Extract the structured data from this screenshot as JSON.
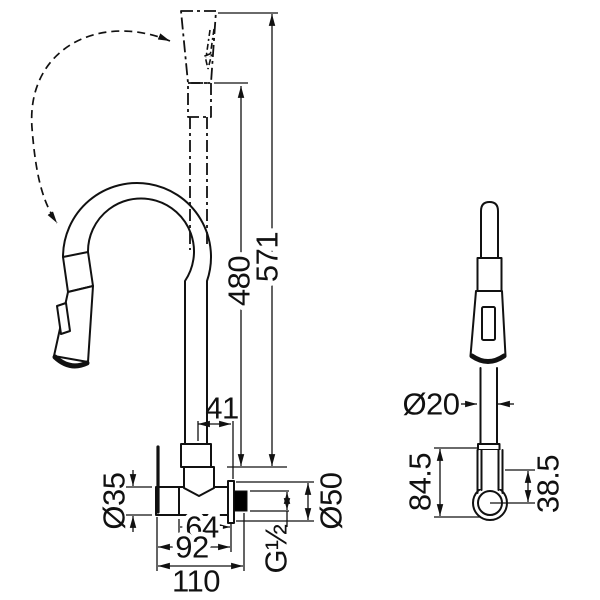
{
  "drawing": {
    "type": "faucet-installation-dimension-drawing",
    "colors": {
      "line": "#111111",
      "background": "#ffffff",
      "wall_connector_fill": "#000000"
    },
    "dims": {
      "spout_to_wall": "41",
      "hose_raised_height": "480",
      "total_height": "571",
      "body_diameter": "Ø35",
      "wall_to_spout": "64",
      "wall_to_body_end": "92",
      "overall_depth": "110",
      "thread_size": "G½",
      "flange_diameter": "Ø50",
      "spout_tube_diameter": "Ø20",
      "side_height": "84.5",
      "side_lower_height": "38.5"
    }
  }
}
